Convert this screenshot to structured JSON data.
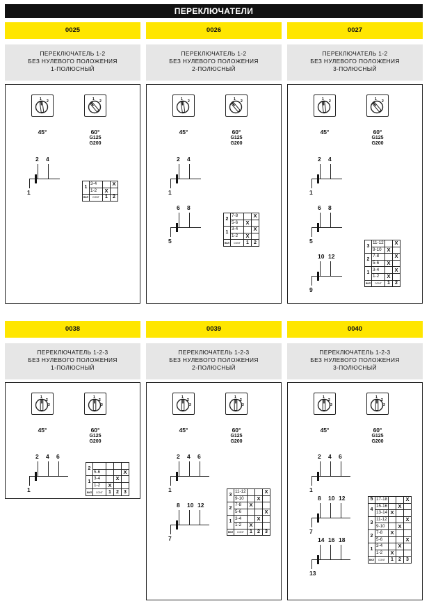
{
  "header": {
    "title": "ПЕРЕКЛЮЧАТЕЛИ"
  },
  "cards": [
    {
      "code": "0025",
      "desc": [
        "ПЕРЕКЛЮЧАТЕЛЬ 1-2",
        "БЕЗ НУЛЕВОГО ПОЛОЖЕНИЯ",
        "1-ПОЛЮСНЫЙ"
      ],
      "angle_a": "45°",
      "angle_b": "60°",
      "models": [
        "G125",
        "G200"
      ],
      "poles": [
        {
          "top": [
            "2",
            "4"
          ],
          "bottom": "1"
        }
      ],
      "table_header": {
        "pos": "ВКЛ",
        "cont": "CONT"
      },
      "table": [
        {
          "pos": "1",
          "rows": [
            {
              "pair": "3-4",
              "marks": [
                "",
                "X"
              ]
            },
            {
              "pair": "1-2",
              "marks": [
                "X",
                ""
              ]
            }
          ]
        }
      ],
      "cont_numbers": [
        "1",
        "2"
      ]
    },
    {
      "code": "0026",
      "desc": [
        "ПЕРЕКЛЮЧАТЕЛЬ 1-2",
        "БЕЗ НУЛЕВОГО ПОЛОЖЕНИЯ",
        "2-ПОЛЮСНЫЙ"
      ],
      "angle_a": "45°",
      "angle_b": "60°",
      "models": [
        "G125",
        "G200"
      ],
      "poles": [
        {
          "top": [
            "2",
            "4"
          ],
          "bottom": "1"
        },
        {
          "top": [
            "6",
            "8"
          ],
          "bottom": "5"
        }
      ],
      "table_header": {
        "pos": "ВКЛ",
        "cont": "CONT"
      },
      "table": [
        {
          "pos": "2",
          "rows": [
            {
              "pair": "7-8",
              "marks": [
                "",
                "X"
              ]
            },
            {
              "pair": "5-6",
              "marks": [
                "X",
                ""
              ]
            }
          ]
        },
        {
          "pos": "1",
          "rows": [
            {
              "pair": "3-4",
              "marks": [
                "",
                "X"
              ]
            },
            {
              "pair": "1-2",
              "marks": [
                "X",
                ""
              ]
            }
          ]
        }
      ],
      "cont_numbers": [
        "1",
        "2"
      ]
    },
    {
      "code": "0027",
      "desc": [
        "ПЕРЕКЛЮЧАТЕЛЬ 1-2",
        "БЕЗ НУЛЕВОГО ПОЛОЖЕНИЯ",
        "3-ПОЛЮСНЫЙ"
      ],
      "angle_a": "45°",
      "angle_b": "60°",
      "models": [
        "G125",
        "G200"
      ],
      "poles": [
        {
          "top": [
            "2",
            "4"
          ],
          "bottom": "1"
        },
        {
          "top": [
            "6",
            "8"
          ],
          "bottom": "5"
        },
        {
          "top": [
            "10",
            "12"
          ],
          "bottom": "9"
        }
      ],
      "table_header": {
        "pos": "ВКЛ",
        "cont": "CONT"
      },
      "table": [
        {
          "pos": "3",
          "rows": [
            {
              "pair": "11-12",
              "marks": [
                "",
                "X"
              ]
            },
            {
              "pair": "9-10",
              "marks": [
                "X",
                ""
              ]
            }
          ]
        },
        {
          "pos": "2",
          "rows": [
            {
              "pair": "7-8",
              "marks": [
                "",
                "X"
              ]
            },
            {
              "pair": "5-6",
              "marks": [
                "X",
                ""
              ]
            }
          ]
        },
        {
          "pos": "1",
          "rows": [
            {
              "pair": "3-4",
              "marks": [
                "",
                "X"
              ]
            },
            {
              "pair": "1-2",
              "marks": [
                "X",
                ""
              ]
            }
          ]
        }
      ],
      "cont_numbers": [
        "1",
        "2"
      ]
    },
    {
      "code": "0038",
      "desc": [
        "ПЕРЕКЛЮЧАТЕЛЬ 1-2-3",
        "БЕЗ НУЛЕВОГО ПОЛОЖЕНИЯ",
        "1-ПОЛЮСНЫЙ"
      ],
      "angle_a": "45°",
      "angle_b": "60°",
      "models": [
        "G125",
        "G200"
      ],
      "poles": [
        {
          "top": [
            "2",
            "4",
            "6"
          ],
          "bottom": "1"
        }
      ],
      "table_header": {
        "pos": "ВКЛ",
        "cont": "CONT"
      },
      "table": [
        {
          "pos": "2",
          "rows": [
            {
              "pair": "",
              "marks": [
                "",
                "",
                ""
              ]
            },
            {
              "pair": "5-6",
              "marks": [
                "",
                "",
                "X"
              ]
            }
          ]
        },
        {
          "pos": "1",
          "rows": [
            {
              "pair": "3-4",
              "marks": [
                "",
                "X",
                ""
              ]
            },
            {
              "pair": "1-2",
              "marks": [
                "X",
                "",
                ""
              ]
            }
          ]
        }
      ],
      "cont_numbers": [
        "1",
        "2",
        "3"
      ]
    },
    {
      "code": "0039",
      "desc": [
        "ПЕРЕКЛЮЧАТЕЛЬ 1-2-3",
        "БЕЗ НУЛЕВОГО ПОЛОЖЕНИЯ",
        "2-ПОЛЮСНЫЙ"
      ],
      "angle_a": "45°",
      "angle_b": "60°",
      "models": [
        "G125",
        "G200"
      ],
      "poles": [
        {
          "top": [
            "2",
            "4",
            "6"
          ],
          "bottom": "1"
        },
        {
          "top": [
            "8",
            "10",
            "12"
          ],
          "bottom": "7"
        }
      ],
      "table_header": {
        "pos": "ВКЛ",
        "cont": "CONT"
      },
      "table": [
        {
          "pos": "3",
          "rows": [
            {
              "pair": "11-12",
              "marks": [
                "",
                "",
                "X"
              ]
            },
            {
              "pair": "9-10",
              "marks": [
                "",
                "X",
                ""
              ]
            }
          ]
        },
        {
          "pos": "2",
          "rows": [
            {
              "pair": "7-8",
              "marks": [
                "X",
                "",
                ""
              ]
            },
            {
              "pair": "5-6",
              "marks": [
                "",
                "",
                "X"
              ]
            }
          ]
        },
        {
          "pos": "1",
          "rows": [
            {
              "pair": "3-4",
              "marks": [
                "",
                "X",
                ""
              ]
            },
            {
              "pair": "1-2",
              "marks": [
                "X",
                "",
                ""
              ]
            }
          ]
        }
      ],
      "cont_numbers": [
        "1",
        "2",
        "3"
      ]
    },
    {
      "code": "0040",
      "desc": [
        "ПЕРЕКЛЮЧАТЕЛЬ 1-2-3",
        "БЕЗ НУЛЕВОГО ПОЛОЖЕНИЯ",
        "3-ПОЛЮСНЫЙ"
      ],
      "angle_a": "45°",
      "angle_b": "60°",
      "models": [
        "G125",
        "G200"
      ],
      "poles": [
        {
          "top": [
            "2",
            "4",
            "6"
          ],
          "bottom": "1"
        },
        {
          "top": [
            "8",
            "10",
            "12"
          ],
          "bottom": "7"
        },
        {
          "top": [
            "14",
            "16",
            "18"
          ],
          "bottom": "13"
        }
      ],
      "table_header": {
        "pos": "ВКЛ",
        "cont": "CONT"
      },
      "table": [
        {
          "pos": "5",
          "rows": [
            {
              "pair": "17-18",
              "marks": [
                "",
                "",
                "X"
              ]
            }
          ]
        },
        {
          "pos": "4",
          "rows": [
            {
              "pair": "15-16",
              "marks": [
                "",
                "X",
                ""
              ]
            },
            {
              "pair": "13-14",
              "marks": [
                "X",
                "",
                ""
              ]
            }
          ]
        },
        {
          "pos": "3",
          "rows": [
            {
              "pair": "11-12",
              "marks": [
                "",
                "",
                "X"
              ]
            },
            {
              "pair": "9-10",
              "marks": [
                "",
                "X",
                ""
              ]
            }
          ]
        },
        {
          "pos": "2",
          "rows": [
            {
              "pair": "7-8",
              "marks": [
                "X",
                "",
                ""
              ]
            },
            {
              "pair": "5-6",
              "marks": [
                "",
                "",
                "X"
              ]
            }
          ]
        },
        {
          "pos": "1",
          "rows": [
            {
              "pair": "3-4",
              "marks": [
                "",
                "X",
                ""
              ]
            },
            {
              "pair": "1-2",
              "marks": [
                "X",
                "",
                ""
              ]
            }
          ]
        }
      ],
      "cont_numbers": [
        "1",
        "2",
        "3"
      ]
    }
  ]
}
